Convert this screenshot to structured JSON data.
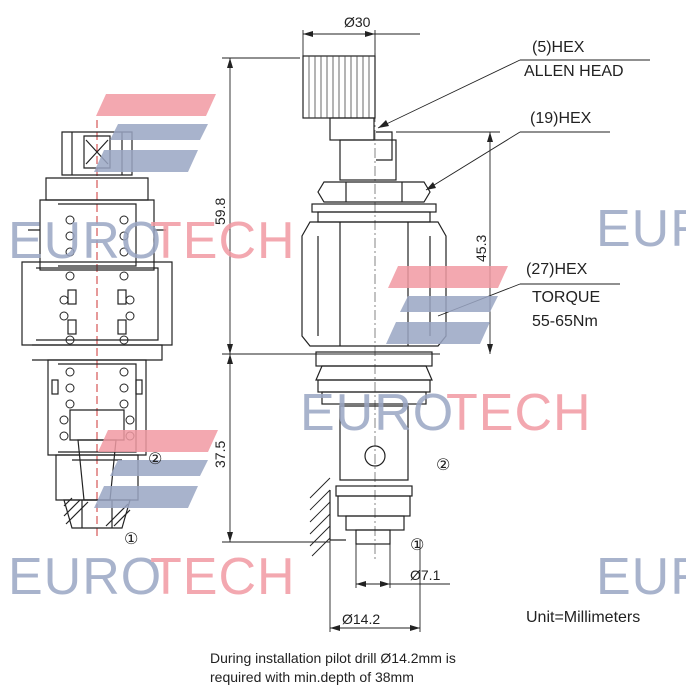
{
  "watermark": {
    "word_euro": "EURO",
    "word_tech": "TECH",
    "color_blue": "#9aa6c4",
    "color_red": "#f19aa3"
  },
  "dimensions": {
    "diameter_top": "Ø30",
    "height_total": "59.8",
    "height_body": "45.3",
    "height_lower": "37.5",
    "diameter_tip": "Ø7.1",
    "diameter_bore": "Ø14.2"
  },
  "labels": {
    "hex5_line1": "(5)HEX",
    "hex5_line2": "ALLEN HEAD",
    "hex19": "(19)HEX",
    "hex27_line1": "(27)HEX",
    "hex27_line2": "TORQUE",
    "hex27_line3": "55-65Nm",
    "port2_left": "②",
    "port1_left": "①",
    "port2_right": "②",
    "port1_right": "①"
  },
  "footer": {
    "units": "Unit=Millimeters",
    "note_line1": "During installation pilot drill Ø14.2mm is",
    "note_line2": "required  with min.depth of 38mm"
  }
}
